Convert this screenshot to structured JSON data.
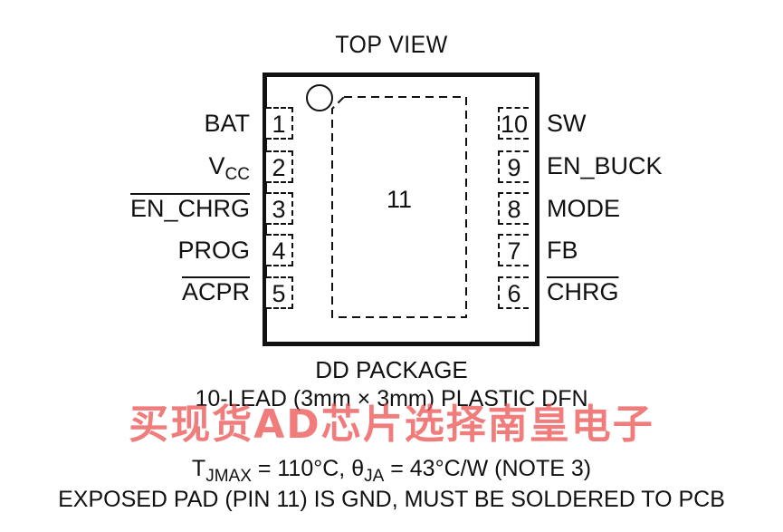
{
  "title": "TOP VIEW",
  "exposed_pad_number": "11",
  "left_pins": [
    {
      "number": "1",
      "label": "BAT",
      "overline": false
    },
    {
      "number": "2",
      "label_main": "V",
      "label_sub": "CC",
      "overline": false
    },
    {
      "number": "3",
      "label": "EN_CHRG",
      "overline": true
    },
    {
      "number": "4",
      "label": "PROG",
      "overline": false
    },
    {
      "number": "5",
      "label": "ACPR",
      "overline": true
    }
  ],
  "right_pins": [
    {
      "number": "10",
      "label": "SW",
      "overline": false
    },
    {
      "number": "9",
      "label": "EN_BUCK",
      "overline": false
    },
    {
      "number": "8",
      "label": "MODE",
      "overline": false
    },
    {
      "number": "7",
      "label": "FB",
      "overline": false
    },
    {
      "number": "6",
      "label": "CHRG",
      "overline": true
    }
  ],
  "package_name": "DD PACKAGE",
  "package_desc": "10-LEAD (3mm × 3mm) PLASTIC DFN",
  "thermal": {
    "t_main": "T",
    "t_sub": "JMAX",
    "t_value": " = 110°C, ",
    "theta": "θ",
    "theta_sub": "JA",
    "theta_value": " = 43°C/W (NOTE 3)"
  },
  "exposed_pad_note": "EXPOSED PAD (PIN 11) IS GND, MUST BE SOLDERED TO PCB",
  "watermark": "买现货AD芯片选择南皇电子"
}
